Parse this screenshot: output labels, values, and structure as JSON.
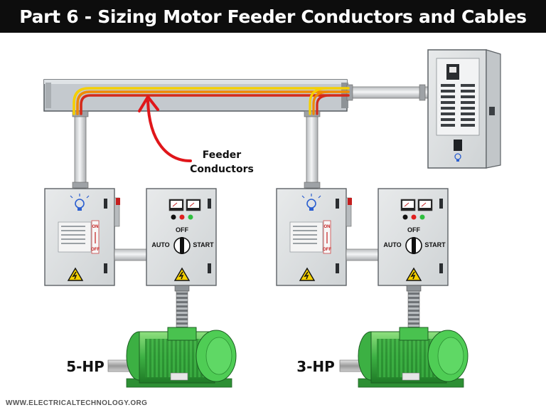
{
  "title": "Part 6 - Sizing Motor Feeder Conductors and Cables",
  "annotation": {
    "line1": "Feeder",
    "line2": "Conductors"
  },
  "starter": {
    "off": "OFF",
    "auto": "AUTO",
    "start": "START"
  },
  "disconnect": {
    "on": "ON",
    "off": "OFF"
  },
  "motors": [
    {
      "label": "5-HP"
    },
    {
      "label": "3-HP"
    }
  ],
  "footer": "WWW.ELECTRICALTECHNOLOGY.ORG",
  "colors": {
    "title_bg": "#0d0d0d",
    "conductor_yellow": "#f5d000",
    "conductor_orange": "#f08a00",
    "conductor_red": "#d42a1a",
    "annotation_arrow": "#e0161a",
    "motor_green": "#3cb043",
    "panel_gray": "#dcdfe1"
  }
}
